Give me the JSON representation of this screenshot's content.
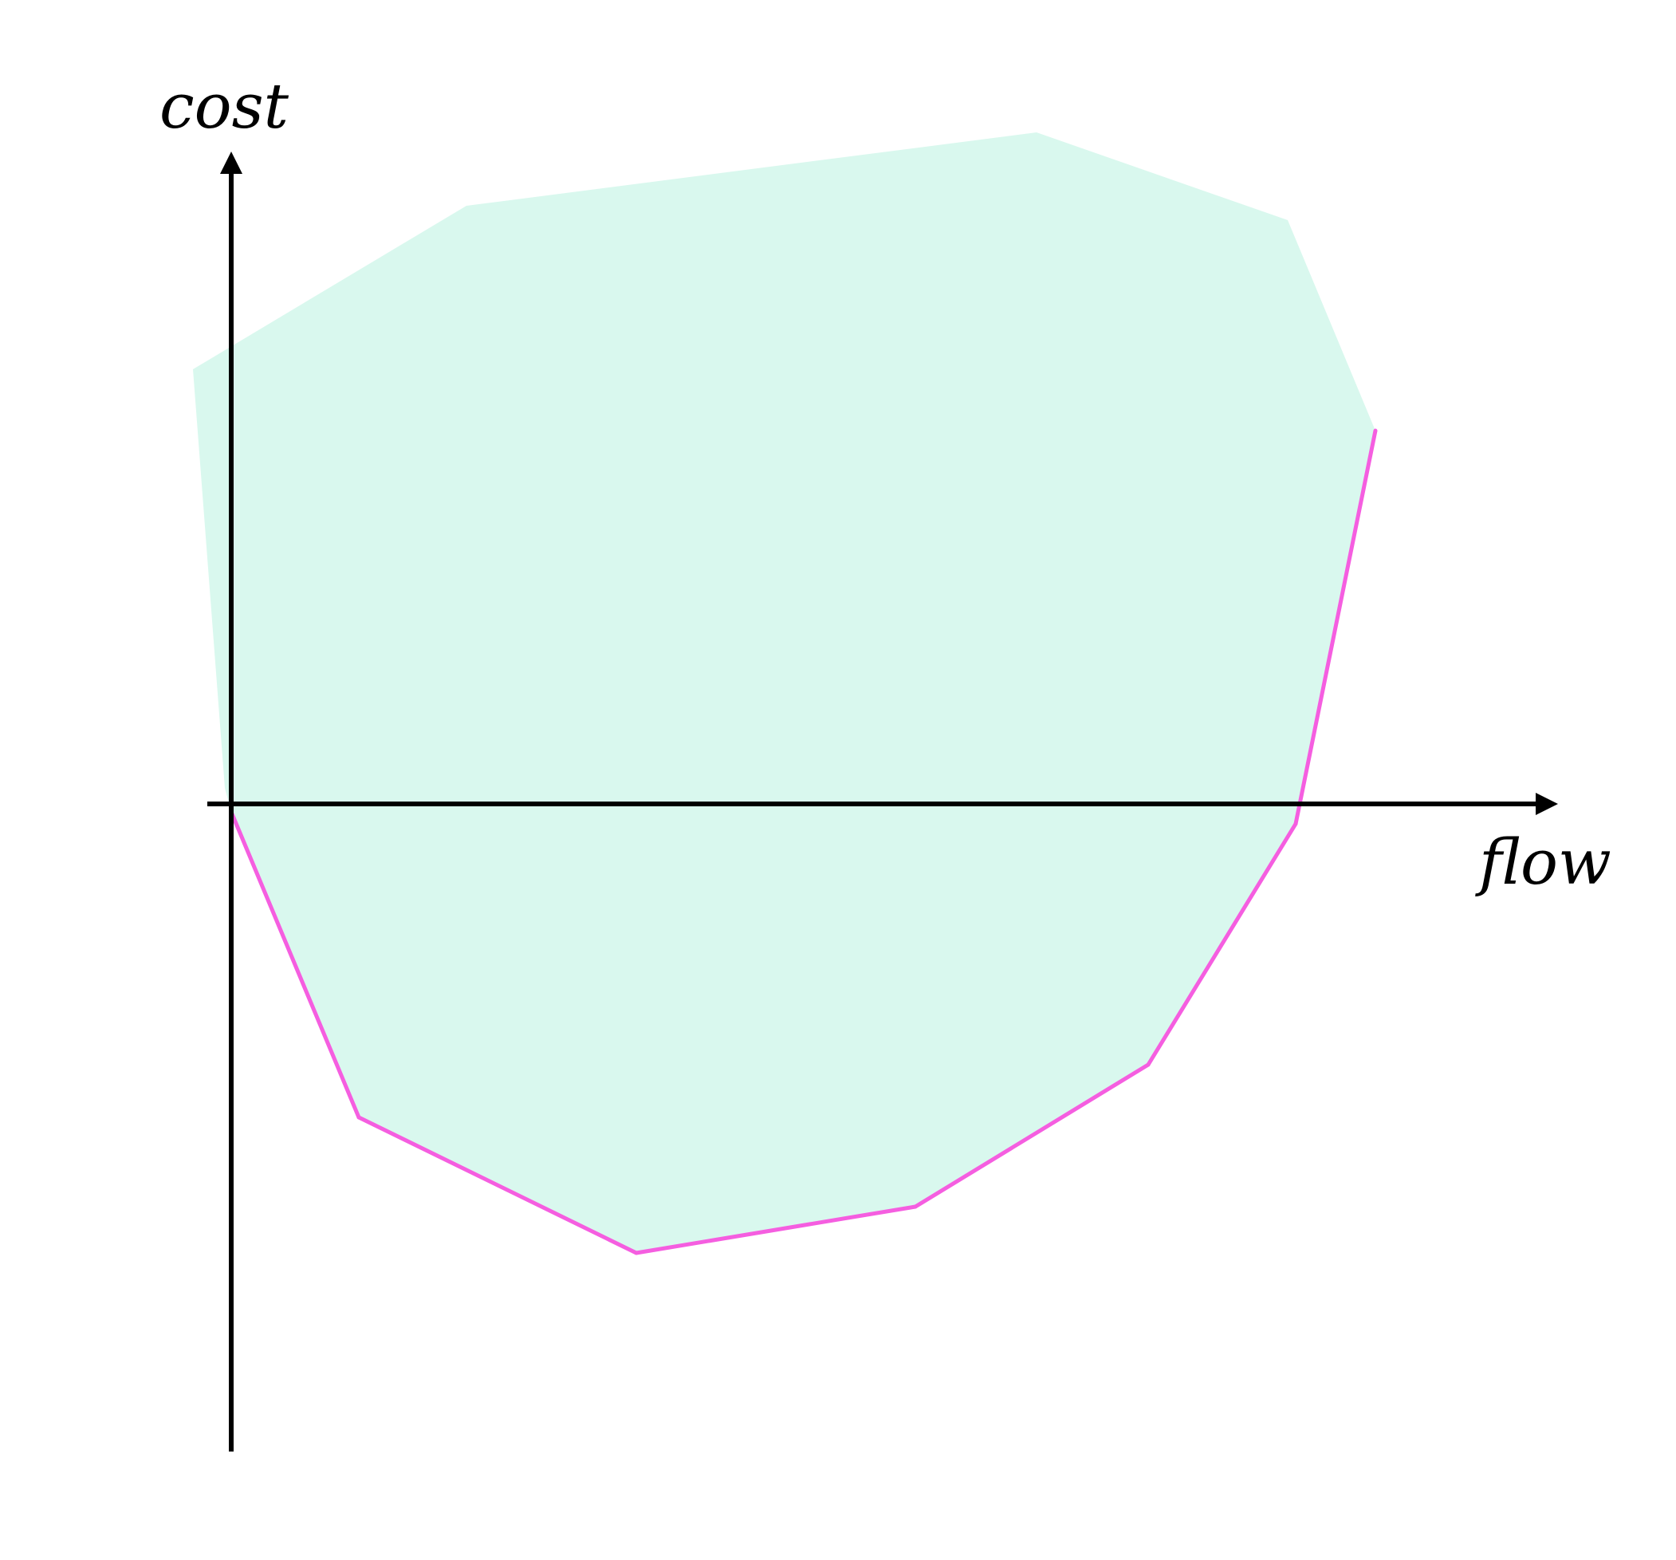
{
  "axes": {
    "x_label": "flow",
    "y_label": "cost"
  },
  "chart_data": {
    "type": "area",
    "region": {
      "description_label": "",
      "points": [
        [
          -0.48,
          5.45
        ],
        [
          2.95,
          7.5
        ],
        [
          10.1,
          8.42
        ],
        [
          13.25,
          7.32
        ],
        [
          14.35,
          4.68
        ],
        [
          13.35,
          -0.25
        ],
        [
          11.5,
          -3.27
        ],
        [
          8.58,
          -5.05
        ],
        [
          5.08,
          -5.63
        ],
        [
          1.6,
          -3.93
        ],
        [
          0.0,
          -0.1
        ],
        [
          -0.08,
          0.2
        ]
      ]
    },
    "lower_boundary": {
      "points": [
        [
          0.0,
          -0.1
        ],
        [
          1.6,
          -3.93
        ],
        [
          5.08,
          -5.63
        ],
        [
          8.58,
          -5.05
        ],
        [
          11.5,
          -3.27
        ],
        [
          13.35,
          -0.25
        ],
        [
          14.35,
          4.68
        ]
      ]
    },
    "xlim": [
      -0.3,
      16.9
    ],
    "ylim": [
      -8.1,
      8.2
    ]
  },
  "colors": {
    "region_fill": "#d9f8ee",
    "boundary": "#f55ee0",
    "axis": "#000000"
  }
}
